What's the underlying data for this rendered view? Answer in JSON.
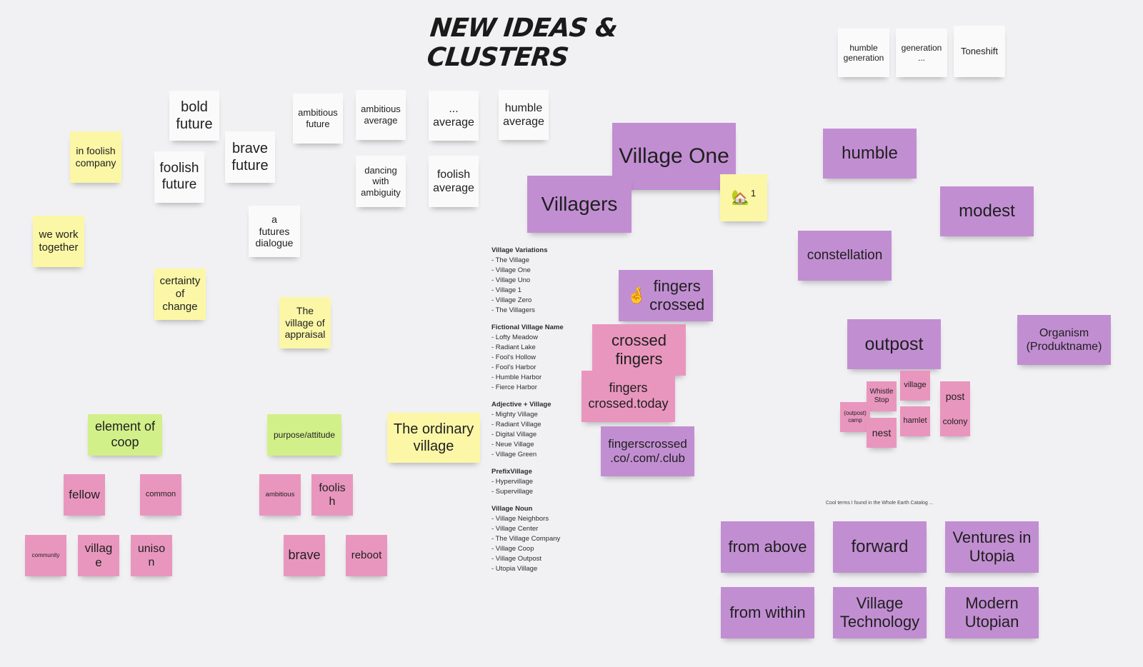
{
  "board": {
    "title": "NEW IDEAS & CLUSTERS",
    "caption": "Cool terms I found in the Whole Earth Catalog ..."
  },
  "notes": {
    "humble_generation": "humble\ngeneration",
    "generation_ellipsis": "generation\n...",
    "toneshift": "Toneshift",
    "bold_future": "bold\nfuture",
    "ambitious_future": "ambitious\nfuture",
    "ambitious_average": "ambitious\naverage",
    "ellipsis_average": "...\naverage",
    "humble_average": "humble\naverage",
    "in_foolish_company": "in foolish\ncompany",
    "foolish_future": "foolish\nfuture",
    "brave_future": "brave\nfuture",
    "dancing_with_ambiguity": "dancing\nwith\nambiguity",
    "foolish_average": "foolish\naverage",
    "we_work_together": "we work\ntogether",
    "a_futures_dialogue": "a\nfutures\ndialogue",
    "certainty_of_change": "certainty\nof\nchange",
    "village_of_appraisal": "The\nvillage of\nappraisal",
    "element_of_coop": "element of\ncoop",
    "purpose_attitude": "purpose/attitude",
    "ordinary_village": "The ordinary\nvillage",
    "fellow": "fellow",
    "common": "common",
    "community": "community",
    "village": "village",
    "unison": "unison",
    "ambitious": "ambitious",
    "foolish": "foolish",
    "brave": "brave",
    "reboot": "reboot",
    "village_one": "Village One",
    "villagers": "Villagers",
    "house_count": "1",
    "fingers_crossed": "fingers\ncrossed",
    "crossed_fingers": "crossed\nfingers",
    "fingers_crossed_today": "fingers\ncrossed.today",
    "fingerscrossed_domains": "fingerscrossed\n.co/.com/.club",
    "humble": "humble",
    "modest": "modest",
    "constellation": "constellation",
    "outpost": "outpost",
    "organism": "Organism\n(Produktname)",
    "whistle_stop": "Whistle\nStop",
    "village_small": "village",
    "post": "post",
    "outpost_camp": "(outpost)\ncamp",
    "hamlet": "hamlet",
    "colony": "colony",
    "nest": "nest",
    "from_above": "from above",
    "forward": "forward",
    "ventures_in_utopia": "Ventures in\nUtopia",
    "from_within": "from within",
    "village_technology": "Village\nTechnology",
    "modern_utopian": "Modern\nUtopian"
  },
  "text_list": {
    "sections": [
      {
        "heading": "Village Variations",
        "items": [
          "- The Village",
          "- Village One",
          "- Village Uno",
          "- Village 1",
          "- Village Zero",
          "- The Villagers"
        ]
      },
      {
        "heading": "Fictional Village Name",
        "items": [
          "- Lofty Meadow",
          "- Radiant Lake",
          "- Fool's Hollow",
          "- Fool's Harbor",
          "- Humble Harbor",
          "- Fierce Harbor"
        ]
      },
      {
        "heading": "Adjective + Village",
        "items": [
          "- Mighty Village",
          "- Radiant Village",
          "- Digital Village",
          "- Neue Village",
          "- Village Green"
        ]
      },
      {
        "heading": "PrefixVillage",
        "items": [
          "- Hypervillage",
          "- Supervillage"
        ]
      },
      {
        "heading": "Village Noun",
        "items": [
          "- Village Neighbors",
          "- Village Center",
          "- The Village Company",
          "- Village Coop",
          "- Village Outpost",
          "- Utopia Village"
        ]
      }
    ]
  },
  "colors": {
    "white": "#fafafa",
    "yellow": "#fbf7a6",
    "green": "#d2f08a",
    "pink": "#e996be",
    "purple": "#c28ed2"
  },
  "icons": {
    "house": "house-with-tree-icon",
    "hand": "crossed-fingers-icon"
  }
}
